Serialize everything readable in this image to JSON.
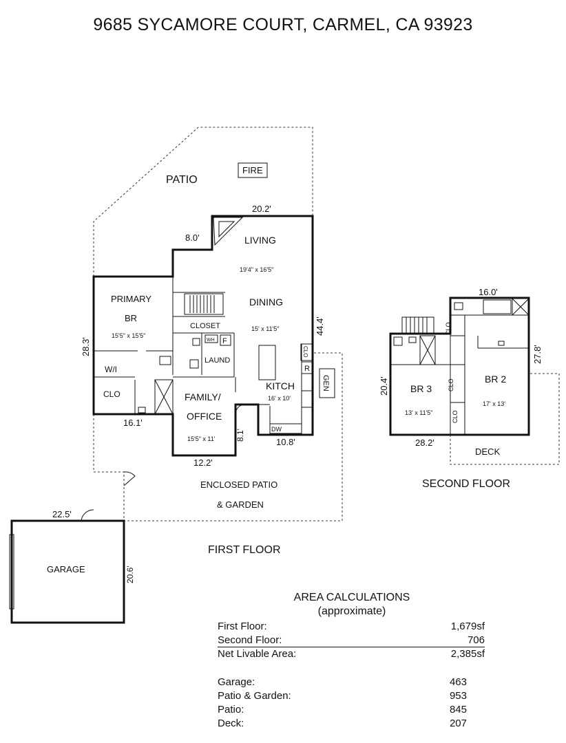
{
  "title": "9685 SYCAMORE COURT, CARMEL, CA  93923",
  "first_floor": {
    "label": "FIRST FLOOR",
    "rooms": {
      "patio": "PATIO",
      "fire": "FIRE",
      "living": "LIVING",
      "living_dim": "19'4\" x 16'5\"",
      "dining": "DINING",
      "dining_dim": "15' x 11'5\"",
      "primary_br_1": "PRIMARY",
      "primary_br_2": "BR",
      "primary_br_dim": "15'5\" x 15'5\"",
      "closet": "CLOSET",
      "wh": "WH",
      "f": "F",
      "laund": "LAUND",
      "wi": "W/I",
      "clo": "CLO",
      "kitch": "KITCH",
      "kitch_dim": "16' x 10'",
      "clo_k": "CLO",
      "r": "R",
      "gen": "GEN",
      "dw": "DW",
      "family_1": "FAMILY/",
      "family_2": "OFFICE",
      "family_dim": "15'5\" x 11'",
      "enclosed_1": "ENCLOSED PATIO",
      "enclosed_2": "& GARDEN",
      "garage": "GARAGE"
    },
    "dims": {
      "top": "20.2'",
      "step": "8.0'",
      "right": "44.4'",
      "left": "28.3'",
      "bottom_left": "16.1'",
      "bottom_mid": "12.2'",
      "kitchen_bottom": "10.8'",
      "family_step": "8.1'",
      "garage_top": "22.5'",
      "garage_right": "20.6'"
    }
  },
  "second_floor": {
    "label": "SECOND FLOOR",
    "rooms": {
      "br3": "BR 3",
      "br3_dim": "13' x 11'5\"",
      "br2": "BR 2",
      "br2_dim": "17' x 13'",
      "clo1": "CLO",
      "clo2": "CLO",
      "clo3": "CLO",
      "deck": "DECK"
    },
    "dims": {
      "top": "16.0'",
      "right": "27.8'",
      "left": "20.4'",
      "bottom": "28.2'"
    }
  },
  "area_calculations": {
    "heading": "AREA CALCULATIONS",
    "subheading": "(approximate)",
    "rows": [
      {
        "label": "First  Floor:",
        "value": "1,679sf"
      },
      {
        "label": "Second Floor:",
        "value": "706"
      },
      {
        "label": "Net Livable Area:",
        "value": "2,385sf"
      },
      {
        "label": "Garage:",
        "value": "463"
      },
      {
        "label": "Patio & Garden:",
        "value": "953"
      },
      {
        "label": "Patio:",
        "value": "845"
      },
      {
        "label": "Deck:",
        "value": "207"
      }
    ]
  }
}
